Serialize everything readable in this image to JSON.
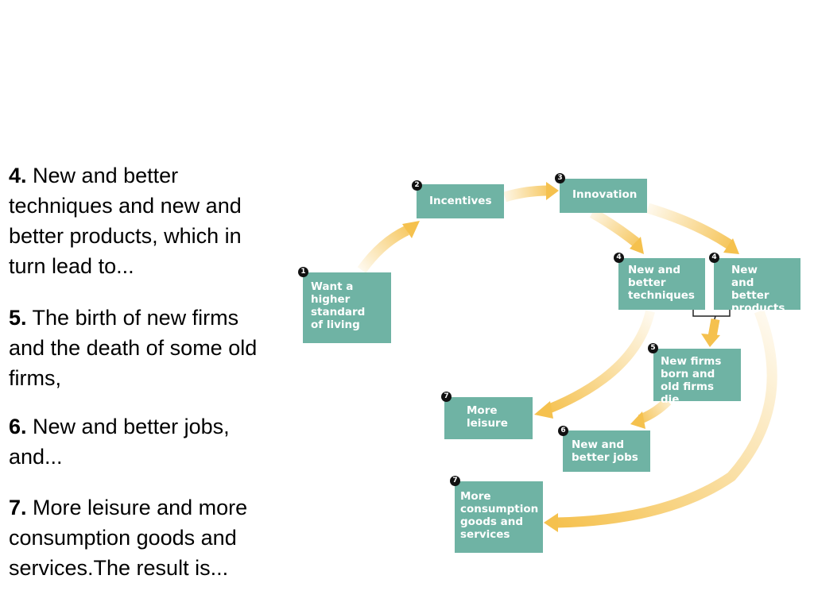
{
  "paragraphs": [
    {
      "num": "4.",
      "text": " New and better techniques and new and better products, which in turn lead to..."
    },
    {
      "num": "5.",
      "text": " The birth of new firms and the death of some old firms,"
    },
    {
      "num": "6.",
      "text": " New and better jobs, and..."
    },
    {
      "num": "7.",
      "text": " More leisure and more consumption goods and services.The result is..."
    }
  ],
  "diagram": {
    "arrow_color": "#f5c14e",
    "box_color": "#6fb3a4",
    "nodes": [
      {
        "badge": "1",
        "label": "Want a\nhigher\nstandard\nof living"
      },
      {
        "badge": "2",
        "label": "Incentives"
      },
      {
        "badge": "3",
        "label": "Innovation"
      },
      {
        "badge": "4",
        "label": "New and\nbetter\ntechniques"
      },
      {
        "badge": "4",
        "label": "New and\nbetter\nproducts"
      },
      {
        "badge": "5",
        "label": "New firms\nborn and\nold firms die"
      },
      {
        "badge": "7",
        "label": "More\nleisure"
      },
      {
        "badge": "6",
        "label": "New and\nbetter jobs"
      },
      {
        "badge": "7",
        "label": "More\nconsumption\ngoods and\nservices"
      }
    ]
  }
}
